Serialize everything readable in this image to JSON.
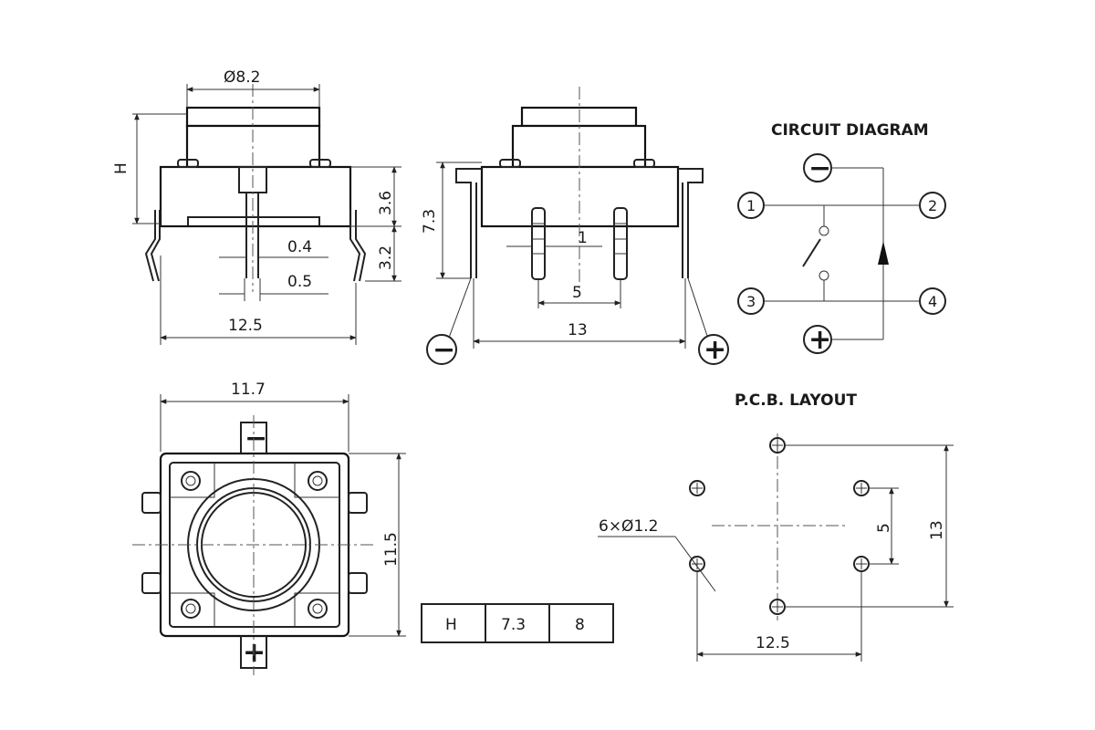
{
  "side_view": {
    "dia_label": "Ø8.2",
    "h_label": "H",
    "dim_36": "3.6",
    "dim_32": "3.2",
    "dim_04": "0.4",
    "dim_05": "0.5",
    "dim_125": "12.5"
  },
  "front_view": {
    "dim_73": "7.3",
    "dim_1": "1",
    "dim_5": "5",
    "dim_13": "13",
    "minus": "−",
    "plus": "+"
  },
  "circuit": {
    "title": "CIRCUIT DIAGRAM",
    "pin1": "1",
    "pin2": "2",
    "pin3": "3",
    "pin4": "4",
    "minus": "−",
    "plus": "+"
  },
  "top_view": {
    "dim_117": "11.7",
    "dim_115": "11.5",
    "minus": "−",
    "plus": "+"
  },
  "h_table": {
    "cells": [
      "H",
      "7.3",
      "8"
    ]
  },
  "pcb": {
    "title": "P.C.B. LAYOUT",
    "hole_label": "6×Ø1.2",
    "dim_5": "5",
    "dim_13": "13",
    "dim_125": "12.5"
  }
}
